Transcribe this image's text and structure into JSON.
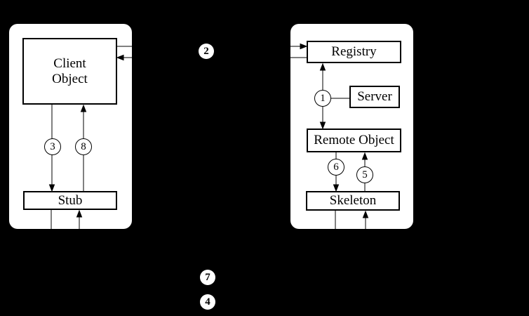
{
  "colors": {
    "background": "#000000",
    "panel": "#ffffff",
    "ink": "#000000"
  },
  "boxes": {
    "client_object": "Client\nObject",
    "stub": "Stub",
    "registry": "Registry",
    "server": "Server",
    "remote_object": "Remote Object",
    "skeleton": "Skeleton"
  },
  "steps": {
    "s1": "1",
    "s2": "2",
    "s3": "3",
    "s4": "4",
    "s5": "5",
    "s6": "6",
    "s7": "7",
    "s8": "8"
  }
}
